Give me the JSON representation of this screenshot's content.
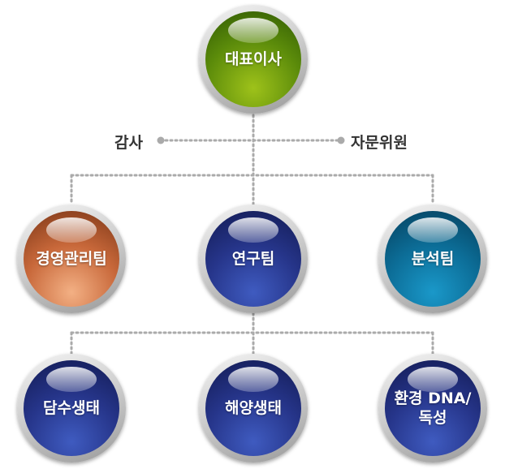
{
  "org_chart": {
    "ceo": "대표이사",
    "audit": "감사",
    "advisory": "자문위원",
    "teams": [
      "경영관리팀",
      "연구팀",
      "분석팀"
    ],
    "research_units": [
      "담수생태",
      "해양생태",
      "환경 DNA/\n독성"
    ]
  },
  "colors": {
    "ceo": "#5a8a0a",
    "management": "#c8683a",
    "research": "#26358a",
    "analysis": "#0c6d97",
    "connector": "#aaaaaa"
  }
}
